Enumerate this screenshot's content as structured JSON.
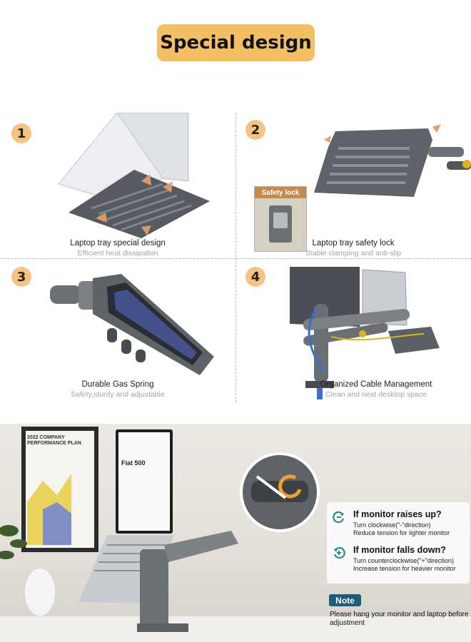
{
  "header": {
    "title": "Special design"
  },
  "features": [
    {
      "number": "1",
      "title": "Laptop tray special design",
      "subtitle": "Efficient heat dissipation"
    },
    {
      "number": "2",
      "title": "Laptop tray safety lock",
      "subtitle": "Stable clamping and anti-slip",
      "inset_label": "Safety lock"
    },
    {
      "number": "3",
      "title": "Durable Gas Spring",
      "subtitle": "Safety,sturdy and adjustable"
    },
    {
      "number": "4",
      "title": "Organized Cable Management",
      "subtitle": "Clean and neat desktop space"
    }
  ],
  "photo": {
    "poster_title": "2022 COMPANY PERFORMANCE PLAN",
    "laptop_screen_text": "Fiat 500",
    "adjustment": [
      {
        "heading": "If monitor raises up?",
        "line1": "Turn clockwise(\"-\"direction)",
        "line2": "Reduce tension for lighter monitor",
        "icon": "rotate-minus-icon"
      },
      {
        "heading": "If monitor falls down?",
        "line1": "Turn counterclockwise(\"+\"direction)",
        "line2": "Increase tension for heavier monitor",
        "icon": "rotate-plus-icon"
      }
    ],
    "note_label": "Note",
    "note_text": "Please hang your monitor and laptop before adjustment"
  },
  "colors": {
    "title_badge": "#f2c063",
    "number_badge": "#f6c383",
    "note_badge": "#1b5e7a",
    "icon_teal": "#1f8f86"
  }
}
